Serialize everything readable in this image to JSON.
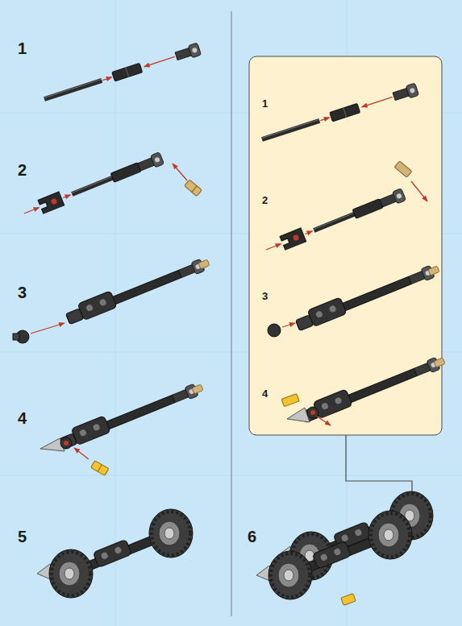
{
  "diagram": {
    "nodes": [
      {
        "text": [
          "1",
          "2",
          "3",
          "4"
        ]
      }
    ],
    "labels": [
      "1",
      "2",
      "3",
      "4",
      "5",
      "6"
    ]
  }
}
